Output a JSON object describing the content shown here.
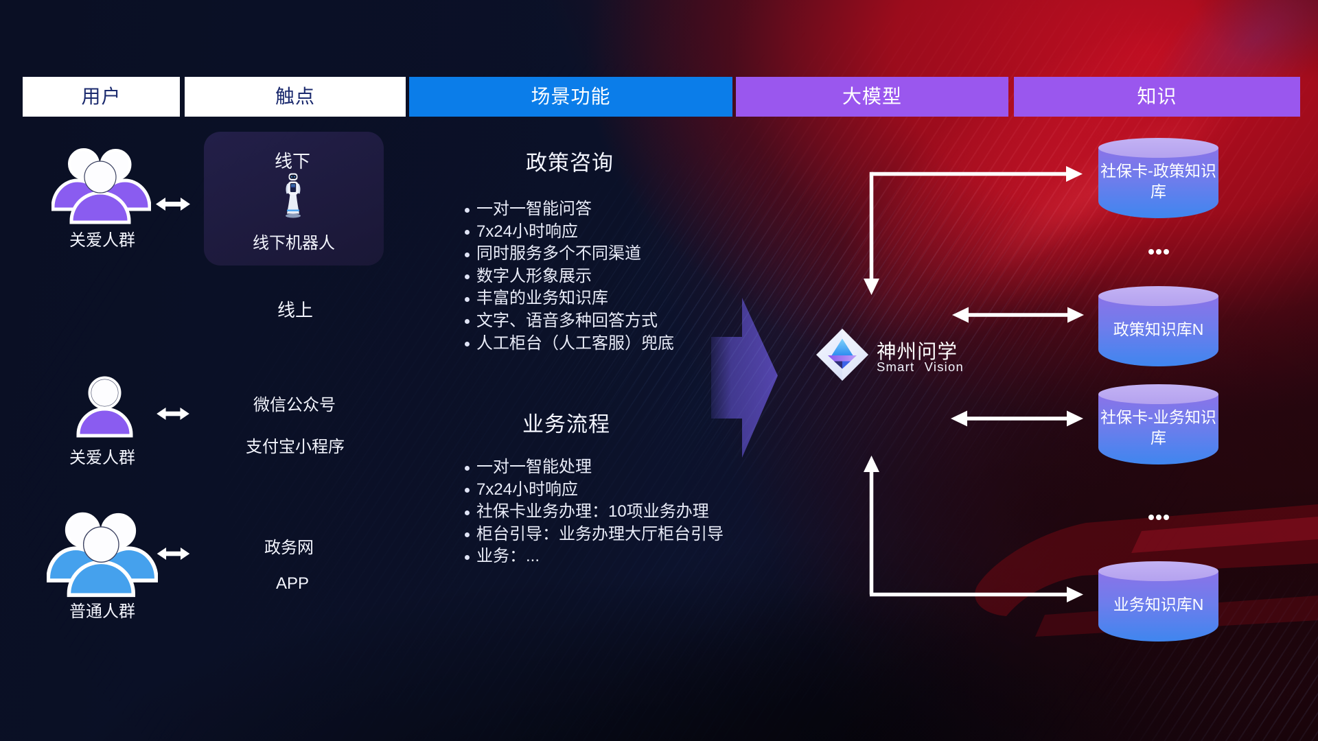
{
  "headers": [
    {
      "label": "用户"
    },
    {
      "label": "触点"
    },
    {
      "label": "场景功能"
    },
    {
      "label": "大模型"
    },
    {
      "label": "知识"
    }
  ],
  "users": [
    {
      "label": "关爱人群",
      "icon": "people-group",
      "color": "purple"
    },
    {
      "label": "关爱人群",
      "icon": "person-single",
      "color": "purple"
    },
    {
      "label": "普通人群",
      "icon": "people-group",
      "color": "blue"
    }
  ],
  "touchpoints": {
    "offline_title": "线下",
    "offline_robot": "线下机器人",
    "online_title": "线上",
    "wechat": "微信公众号",
    "alipay": "支付宝小程序",
    "gov_web": "政务网",
    "app": "APP"
  },
  "scenes": {
    "policy": {
      "title": "政策咨询",
      "items": [
        "一对一智能问答",
        "7x24小时响应",
        "同时服务多个不同渠道",
        "数字人形象展示",
        "丰富的业务知识库",
        "文字、语音多种回答方式",
        "人工柜台（人工客服）兜底"
      ]
    },
    "business": {
      "title": "业务流程",
      "items": [
        "一对一智能处理",
        "7x24小时响应",
        "社保卡业务办理：10项业务办理",
        "柜台引导：业务办理大厅柜台引导",
        "业务：..."
      ]
    }
  },
  "logo": {
    "brand": "神州问学",
    "subtitle": "Smart Vision"
  },
  "knowledge": {
    "cylinders": [
      {
        "label": "社保卡-政策知识库"
      },
      {
        "label": "政策知识库N"
      },
      {
        "label": "社保卡-业务知识库"
      },
      {
        "label": "业务知识库N"
      }
    ],
    "ellipsis": "..."
  },
  "colors": {
    "header_blue": "#0b7de9",
    "header_purple": "#9a57ee",
    "people_purple": "#8a5cf0",
    "people_blue": "#45a1ed",
    "cylinder_top": "#bcaaf1",
    "cylinder_bottom": "#3f86ef",
    "background_navy": "#0b1128",
    "background_red": "#b00e20"
  }
}
